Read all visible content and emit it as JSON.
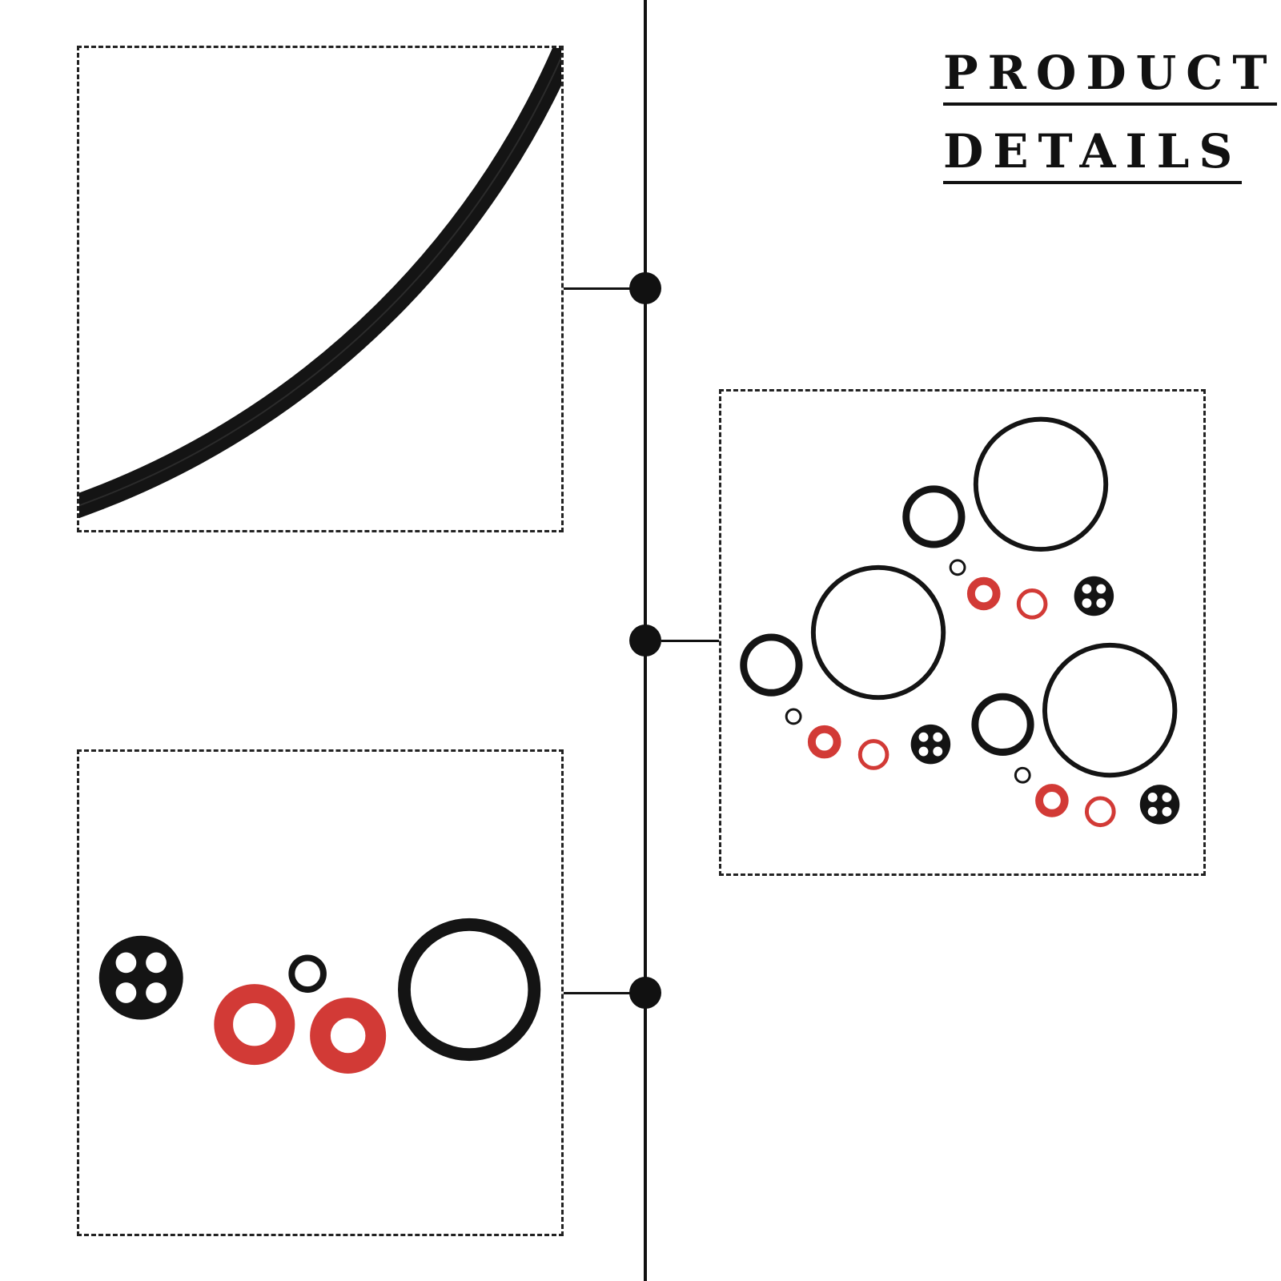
{
  "heading": {
    "line1": "PRODUCT",
    "line2": "DETAILS"
  },
  "colors": {
    "ink": "#111111",
    "rubber": "#141414",
    "fiber_red": "#d23a36",
    "frame": "#222222"
  },
  "panels": [
    {
      "name": "large-o-ring-closeup",
      "depicts": "o-ring-icon"
    },
    {
      "name": "three-gasket-sets",
      "depicts": "gasket-sets-icon"
    },
    {
      "name": "single-gasket-set",
      "depicts": "gasket-set-icon"
    }
  ]
}
